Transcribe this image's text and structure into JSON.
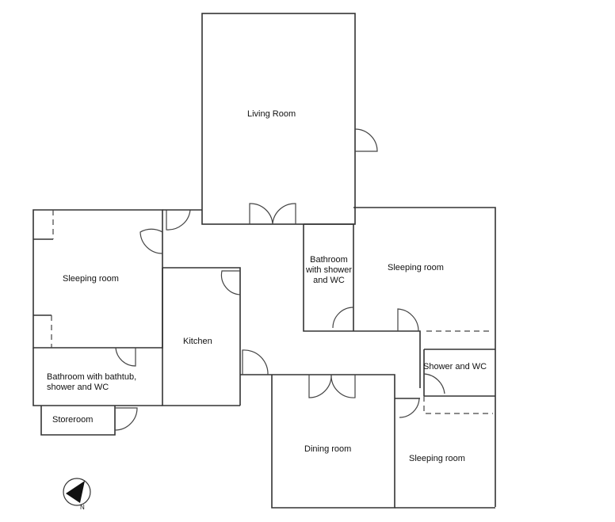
{
  "plan": {
    "rooms": [
      {
        "id": "living",
        "label": "Living Room"
      },
      {
        "id": "sleeping_left",
        "label": "Sleeping room"
      },
      {
        "id": "kitchen",
        "label": "Kitchen"
      },
      {
        "id": "bath_left",
        "label_line1": "Bathroom with bathtub,",
        "label_line2": "shower and WC"
      },
      {
        "id": "storeroom",
        "label": "Storeroom"
      },
      {
        "id": "bath_mid",
        "label_line1": "Bathroom",
        "label_line2": "with shower",
        "label_line3": "and WC"
      },
      {
        "id": "sleeping_right",
        "label": "Sleeping room"
      },
      {
        "id": "shower_wc",
        "label": "Shower and WC"
      },
      {
        "id": "dining",
        "label": "Dining room"
      },
      {
        "id": "sleeping_bottom",
        "label": "Sleeping room"
      }
    ],
    "compass": {
      "label": "N"
    }
  }
}
